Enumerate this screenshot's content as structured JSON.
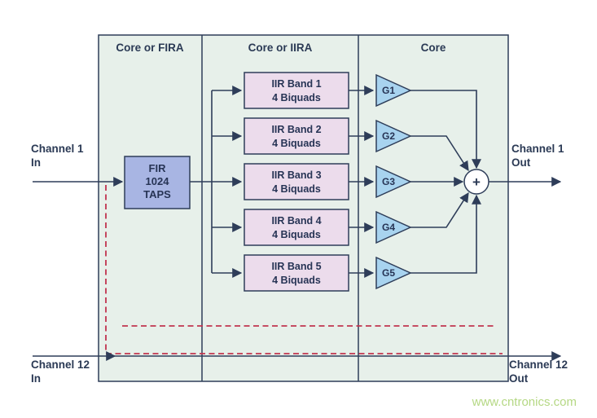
{
  "diagram": {
    "columns": [
      {
        "label": "Core or FIRA"
      },
      {
        "label": "Core or IIRA"
      },
      {
        "label": "Core"
      }
    ],
    "fir": {
      "line1": "FIR",
      "line2": "1024",
      "line3": "TAPS"
    },
    "iir_bands": [
      {
        "name": "IIR Band 1",
        "sub": "4 Biquads"
      },
      {
        "name": "IIR Band 2",
        "sub": "4 Biquads"
      },
      {
        "name": "IIR Band 3",
        "sub": "4 Biquads"
      },
      {
        "name": "IIR Band 4",
        "sub": "4 Biquads"
      },
      {
        "name": "IIR Band 5",
        "sub": "4 Biquads"
      }
    ],
    "gains": [
      {
        "label": "G1"
      },
      {
        "label": "G2"
      },
      {
        "label": "G3"
      },
      {
        "label": "G4"
      },
      {
        "label": "G5"
      }
    ],
    "sum": {
      "label": "+"
    },
    "ports": {
      "ch1_in": {
        "line1": "Channel 1",
        "line2": "In"
      },
      "ch1_out": {
        "line1": "Channel 1",
        "line2": "Out"
      },
      "ch12_in": {
        "line1": "Channel 12",
        "line2": "In"
      },
      "ch12_out": {
        "line1": "Channel 12",
        "line2": "Out"
      }
    }
  },
  "watermark": "www.cntronics.com",
  "colors": {
    "panel_bg": "#e7f0ea",
    "line": "#2e3d59",
    "fir_fill": "#a8b5e3",
    "iir_fill": "#ecdcec",
    "gain_fill": "#a8d3ef",
    "sum_fill": "#ffffff",
    "replication_dash": "#c1344f",
    "watermark": "#b5d884"
  }
}
